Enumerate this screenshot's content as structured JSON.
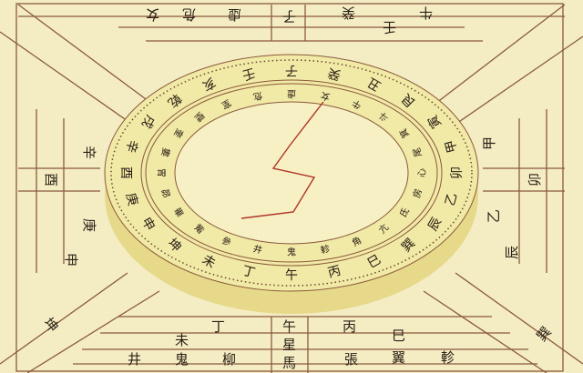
{
  "colors": {
    "board": "#f4edc4",
    "line": "#8b5a3c",
    "disc": "#f1e9a6",
    "needle": "#b0322a",
    "ink": "#2a2015"
  },
  "ring_outer": [
    "午",
    "丁",
    "未",
    "坤",
    "申",
    "庚",
    "酉",
    "辛",
    "戌",
    "乾",
    "亥",
    "壬",
    "子",
    "癸",
    "丑",
    "艮",
    "寅",
    "甲",
    "卯",
    "乙",
    "辰",
    "巽",
    "巳",
    "丙"
  ],
  "ring_inner": [
    "鬼",
    "井",
    "參",
    "觜",
    "畢",
    "昴",
    "胃",
    "婁",
    "奎",
    "壁",
    "室",
    "危",
    "虛",
    "女",
    "牛",
    "斗",
    "箕",
    "尾",
    "心",
    "房",
    "氐",
    "亢",
    "角",
    "軫"
  ],
  "board": {
    "bottom": {
      "ding": "丁",
      "wei": "未",
      "jing": "井",
      "gui": "鬼",
      "liu": "柳",
      "wu": "午",
      "xing": "星",
      "ma": "馬",
      "bing": "丙",
      "si": "巳",
      "zhang": "張",
      "yi": "翼",
      "zhen": "軫"
    },
    "left": {
      "xin": "辛",
      "you": "酉",
      "geng": "庚",
      "shen": "申",
      "kun": "坤"
    },
    "right": {
      "jia": "甲",
      "mao": "卯",
      "yi": "乙",
      "chen": "辰",
      "xun": "巽"
    },
    "top": {
      "zi": "子",
      "gui": "癸",
      "ren": "壬",
      "xu": "虛",
      "wei": "危",
      "nv": "女",
      "niu": "牛"
    }
  }
}
